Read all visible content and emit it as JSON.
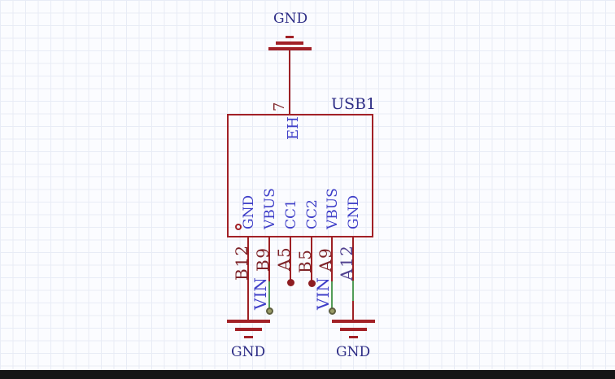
{
  "component": {
    "designator": "USB1",
    "value": "EH",
    "top_pin": {
      "number": "7"
    },
    "bottom_pins": [
      {
        "number": "B12",
        "name": "GND"
      },
      {
        "number": "B9",
        "name": "VBUS"
      },
      {
        "number": "A5",
        "name": "CC1"
      },
      {
        "number": "B5",
        "name": "CC2"
      },
      {
        "number": "A9",
        "name": "VBUS"
      },
      {
        "number": "A12",
        "name": "GND"
      }
    ]
  },
  "net_labels": {
    "gnd_top": "GND",
    "gnd_bottom_left": "GND",
    "gnd_bottom_right": "GND",
    "vin_left": "VIN",
    "vin_right": "VIN"
  },
  "colors": {
    "background": "#fbfcff",
    "grid_line": "#e8ecf6",
    "symbol_red": "#a22127",
    "wire_red": "#9d2024",
    "wire_green": "#529c58",
    "pin_name_blue": "#3f3fc8",
    "net_label_navy": "#2d2d86",
    "pin_number_maroon": "#7e2328",
    "pin_number_a12": "#50408f",
    "wire_end_dot_red": "#8e1d22",
    "unconnected_dot_olive": "#9a9c66",
    "unconnected_dot_ring": "#5e6040",
    "bottom_bar": "#151515"
  }
}
